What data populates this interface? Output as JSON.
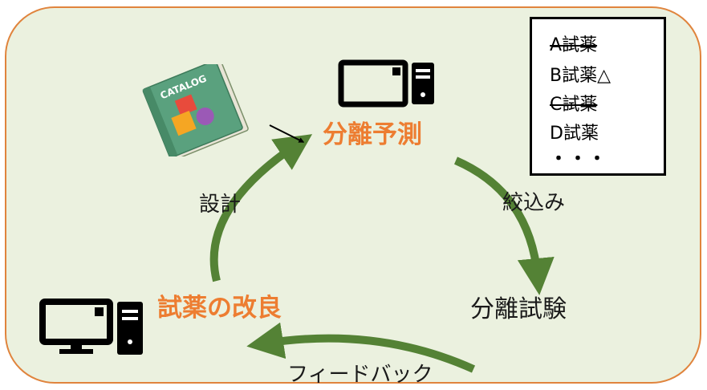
{
  "diagram": {
    "nodes": {
      "predict": "分離予測",
      "test": "分離試験",
      "improve": "試薬の改良"
    },
    "edges": {
      "narrow": "絞込み",
      "feedback": "フィードバック",
      "design": "設計"
    },
    "catalog_label": "CATALOG",
    "reagent_list": [
      {
        "label": "A試薬",
        "struck": true
      },
      {
        "label": "B試薬△",
        "struck": false
      },
      {
        "label": "C試薬",
        "struck": true
      },
      {
        "label": "D試薬",
        "struck": false
      },
      {
        "label": "・・・",
        "struck": false
      }
    ]
  },
  "colors": {
    "background": "#ebf1df",
    "border": "#e0843d",
    "accent_text": "#ed7d31",
    "arrow_green": "#548235"
  },
  "icons": [
    "catalog-book-icon",
    "computer-icon",
    "computer-icon",
    "small-arrow-icon"
  ]
}
